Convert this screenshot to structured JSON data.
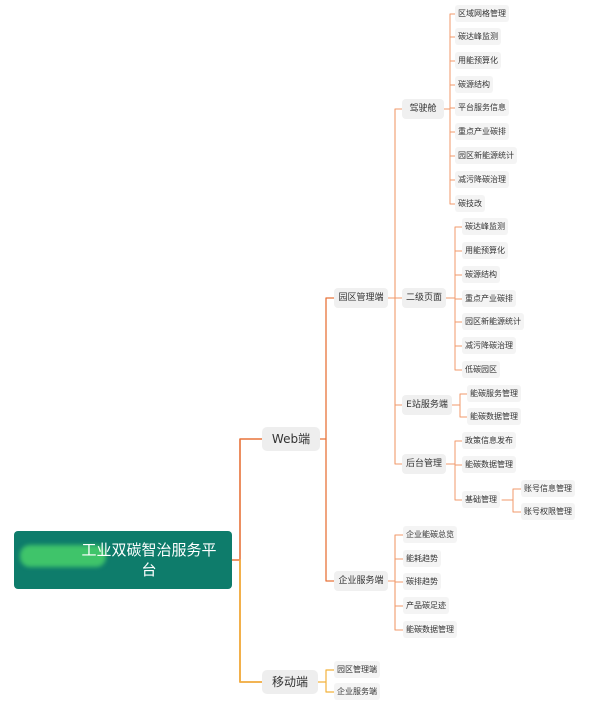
{
  "root": {
    "label": "工业双碳智治服务平台"
  },
  "web": {
    "label": "Web端",
    "park": {
      "label": "园区管理端",
      "cockpit": {
        "label": "驾驶舱",
        "items": [
          "区域网格管理",
          "碳达峰监测",
          "用能预算化",
          "碳源结构",
          "平台服务信息",
          "重点产业碳排",
          "园区新能源统计",
          "减污降碳治理",
          "碳技改"
        ]
      },
      "subpage": {
        "label": "二级页面",
        "items": [
          "碳达峰监测",
          "用能预算化",
          "碳源结构",
          "重点产业碳排",
          "园区新能源统计",
          "减污降碳治理",
          "低碳园区"
        ]
      },
      "station": {
        "label": "E站服务端",
        "items": [
          "能碳服务管理",
          "能碳数据管理"
        ]
      },
      "backend": {
        "label": "后台管理",
        "items": [
          "政策信息发布",
          "能碳数据管理"
        ],
        "basic": {
          "label": "基础管理",
          "items": [
            "账号信息管理",
            "账号权限管理"
          ]
        }
      }
    },
    "enterprise": {
      "label": "企业服务端",
      "items": [
        "企业能碳总览",
        "能耗趋势",
        "碳排趋势",
        "产品碳足迹",
        "能碳数据管理"
      ]
    }
  },
  "mobile": {
    "label": "移动端",
    "items": [
      "园区管理端",
      "企业服务端"
    ]
  },
  "colors": {
    "root_fill": "#0e7c6b",
    "web_branch": "#e8733a",
    "mobile_branch": "#f2b23c",
    "level2_branch": "#f09a6b"
  }
}
